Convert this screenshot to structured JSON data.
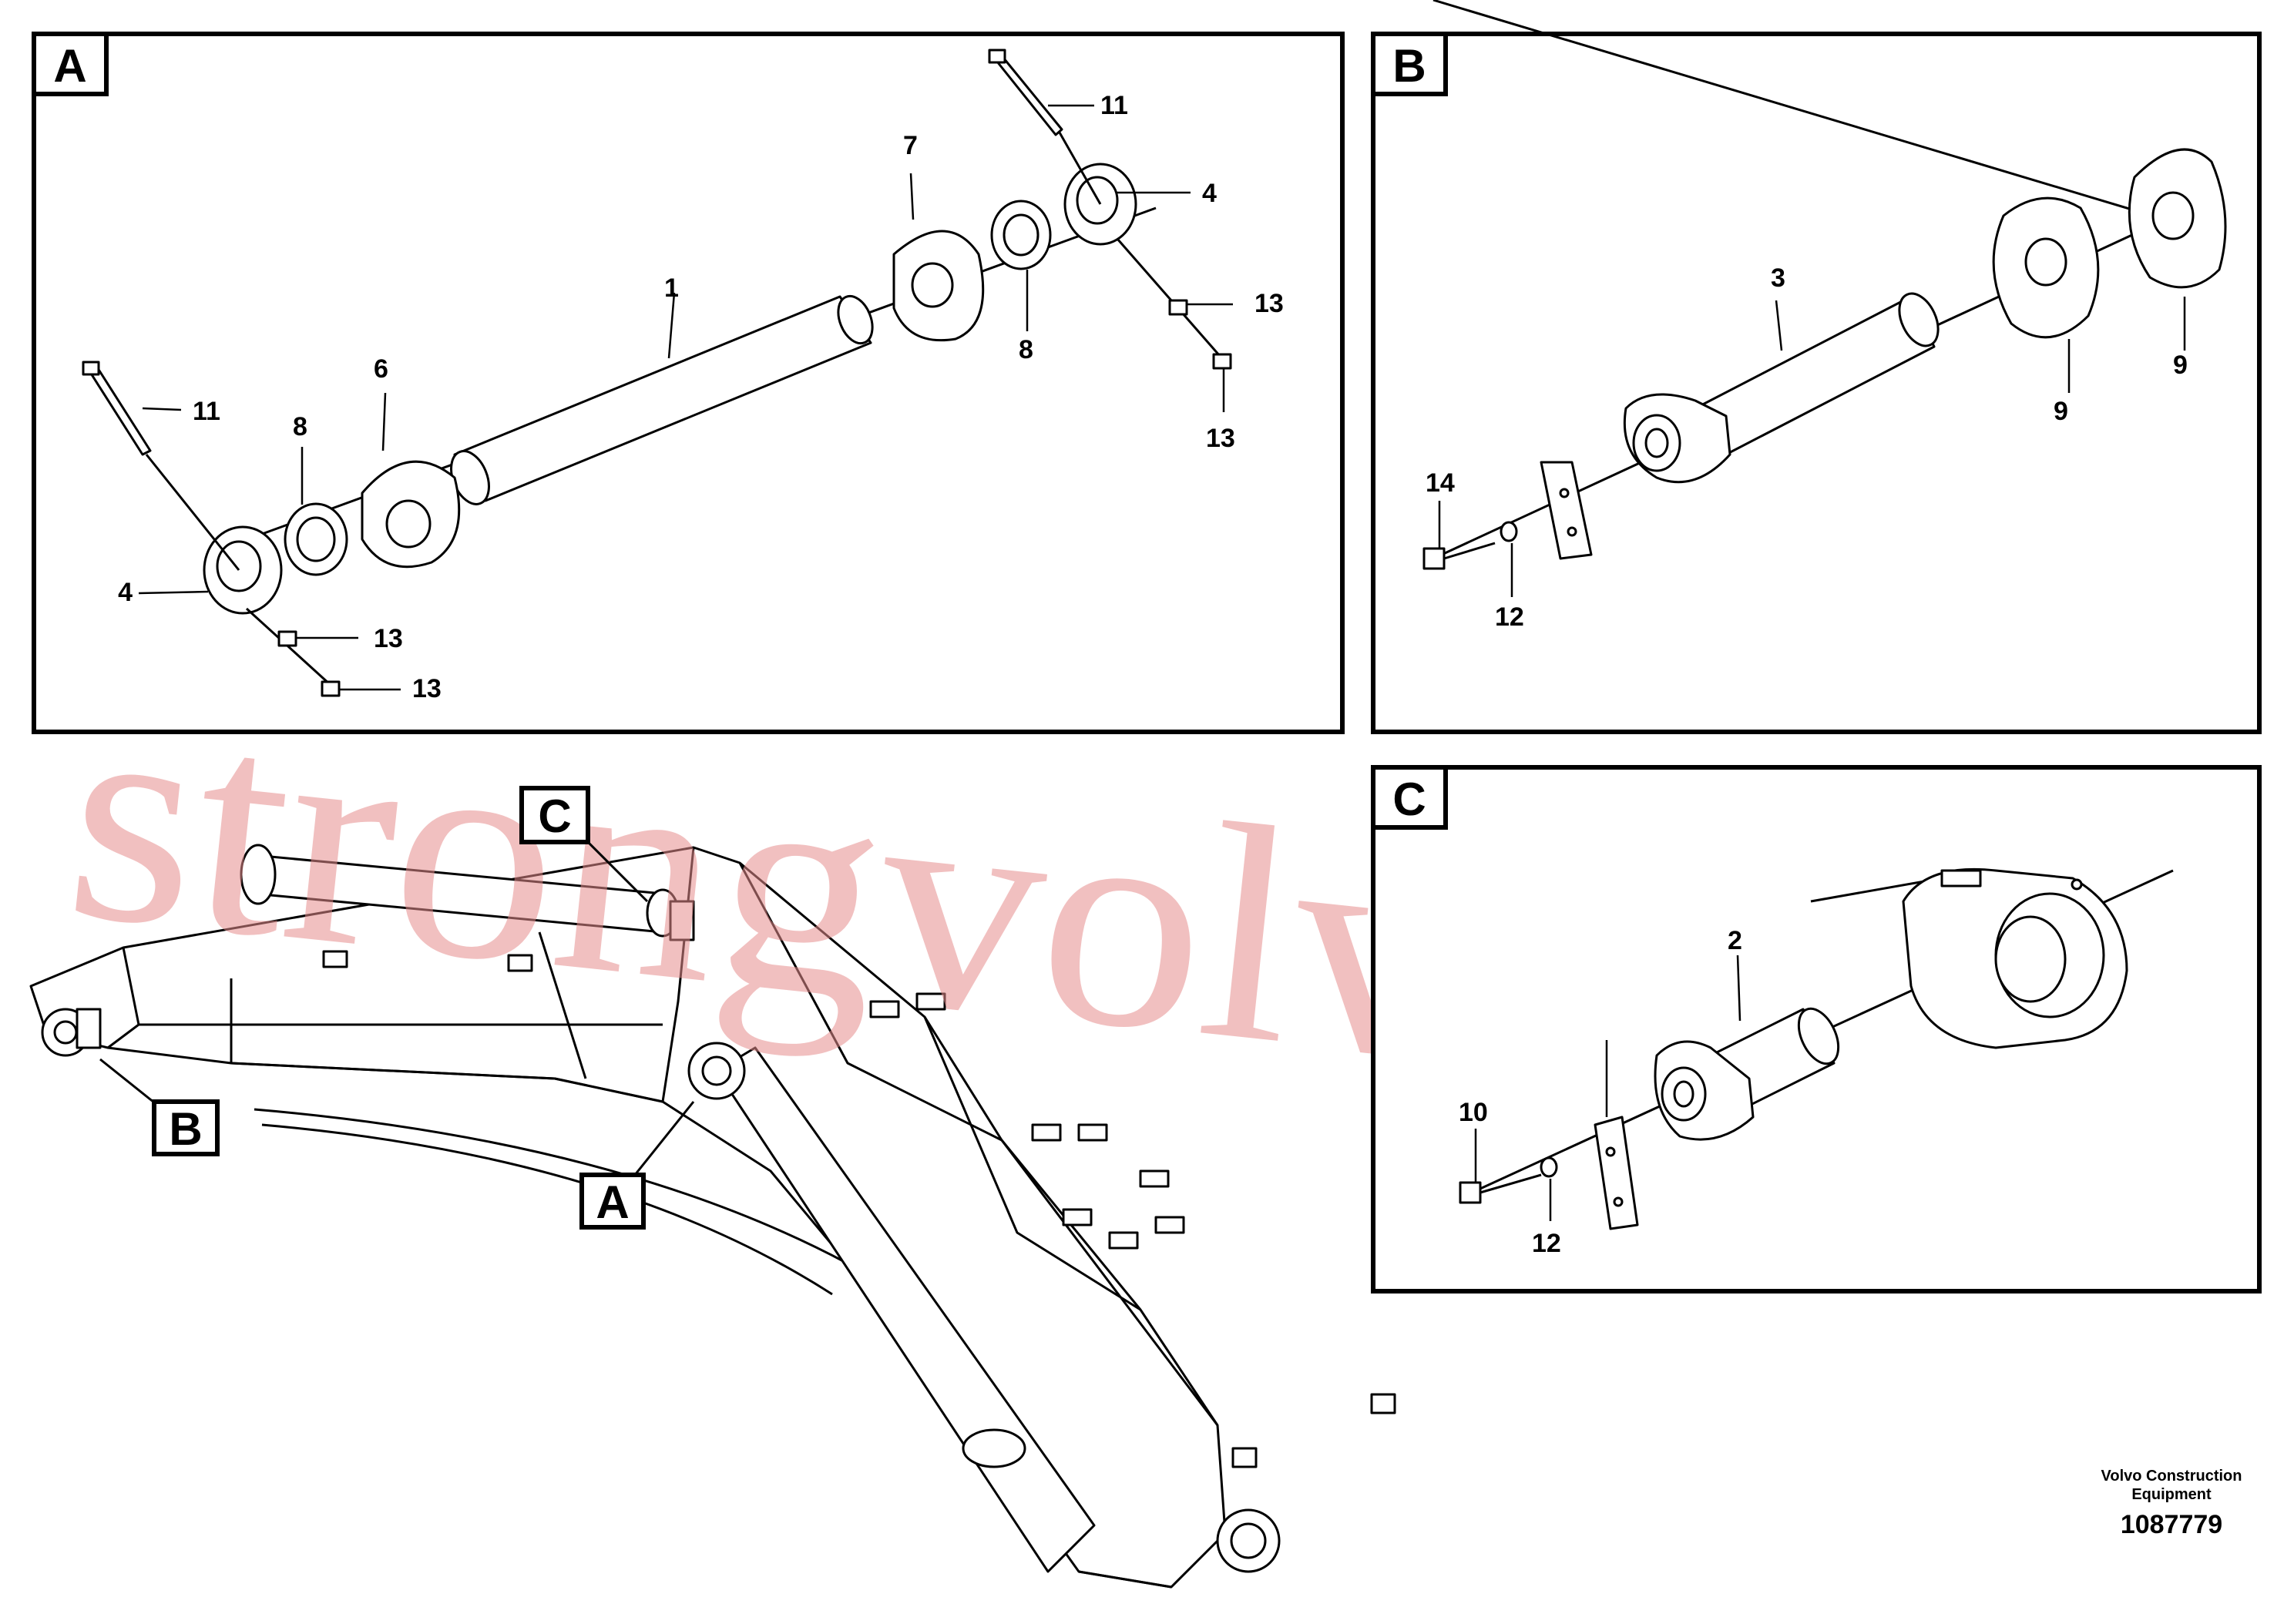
{
  "panels": {
    "A": {
      "tag": "A",
      "labels": [
        "1",
        "4",
        "4",
        "6",
        "7",
        "8",
        "8",
        "11",
        "11",
        "13",
        "13",
        "13",
        "13"
      ]
    },
    "B": {
      "tag": "B",
      "labels": [
        "3",
        "9",
        "9",
        "12",
        "14"
      ]
    },
    "C": {
      "tag": "C",
      "labels": [
        "2",
        "10",
        "12"
      ]
    }
  },
  "overview_tags": {
    "A": "A",
    "B": "B",
    "C": "C"
  },
  "watermark": "strongvolvo.com",
  "footer": {
    "company_line1": "Volvo Construction",
    "company_line2": "Equipment",
    "drawing_number": "1087779"
  }
}
